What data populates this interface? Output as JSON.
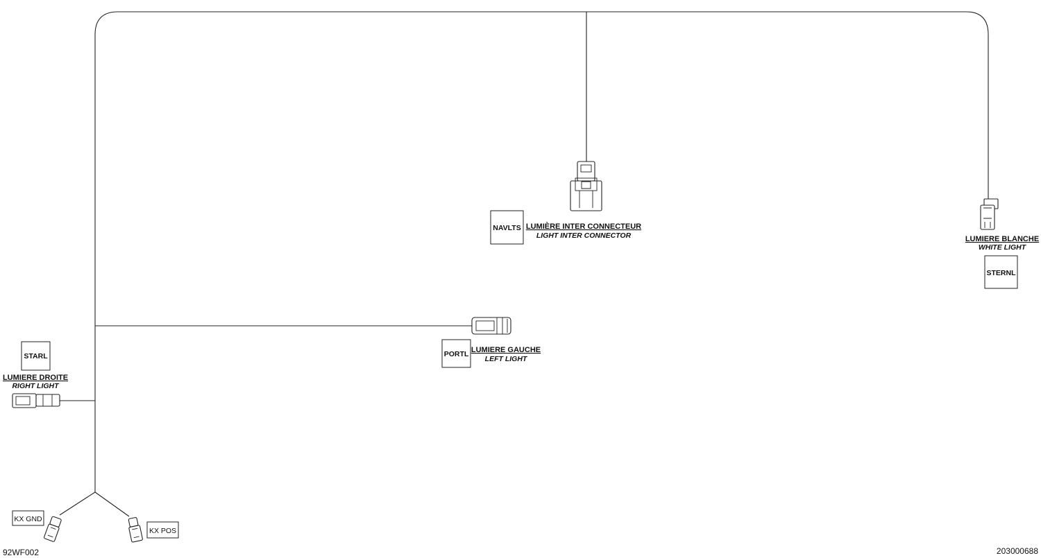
{
  "connectors": {
    "navlts": {
      "code": "NAVLTS",
      "label_fr": "LUMIÈRE INTER CONNECTEUR",
      "label_en": "LIGHT INTER CONNECTOR"
    },
    "sternl": {
      "code": "STERNL",
      "label_fr": "LUMIERE BLANCHE",
      "label_en": "WHITE LIGHT"
    },
    "portl": {
      "code": "PORTL",
      "label_fr": "LUMIERE GAUCHE",
      "label_en": "LEFT LIGHT"
    },
    "starl": {
      "code": "STARL",
      "label_fr": "LUMIERE DROITE",
      "label_en": "RIGHT LIGHT"
    },
    "kx_gnd": {
      "code": "KX GND"
    },
    "kx_pos": {
      "code": "KX POS"
    }
  },
  "footer": {
    "left_code": "92WF002",
    "right_code": "203000688"
  }
}
